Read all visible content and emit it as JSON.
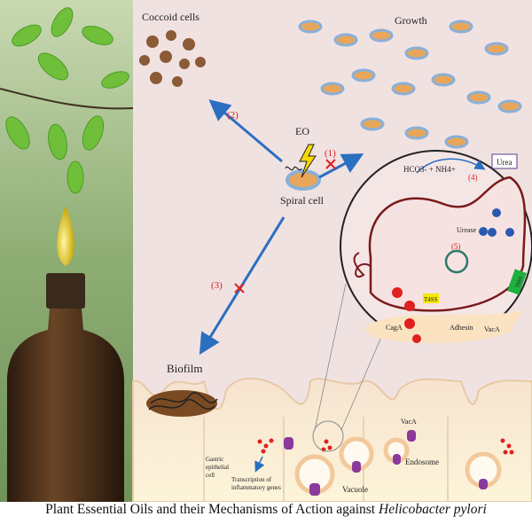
{
  "labels": {
    "coccoid": "Coccoid cells",
    "growth": "Growth",
    "eo": "EO",
    "spiral": "Spiral cell",
    "step1": "(1)",
    "step2": "(2)",
    "step3": "(3)",
    "step4": "(4)",
    "step5": "(5)",
    "biofilm": "Biofilm",
    "hco3": "HCO3- + NH4+",
    "urea": "Urea",
    "urease": "Urease",
    "t6ss": "T6SS",
    "t4ss": "T4SS",
    "caga": "CagA",
    "adhesin": "Adhesin",
    "vaca_inner": "VacA",
    "vaca_outer": "VacA",
    "endosome": "Endosome",
    "vacuole": "Vacuole",
    "gastric1": "Gastric",
    "gastric2": "epithelial",
    "gastric3": "cell",
    "transcription1": "Transcription of",
    "transcription2": "inflammatory genes"
  },
  "caption": {
    "text": "Plant Essential Oils and their Mechanisms of Action against ",
    "italic": "Helicobacter pylori"
  },
  "colors": {
    "panel_bg": "#f1e2e2",
    "leaf_bg": "#8fb07a",
    "arrow": "#2a6fc0",
    "inhibit": "#e02020",
    "membrane": "#7a1a1a"
  }
}
